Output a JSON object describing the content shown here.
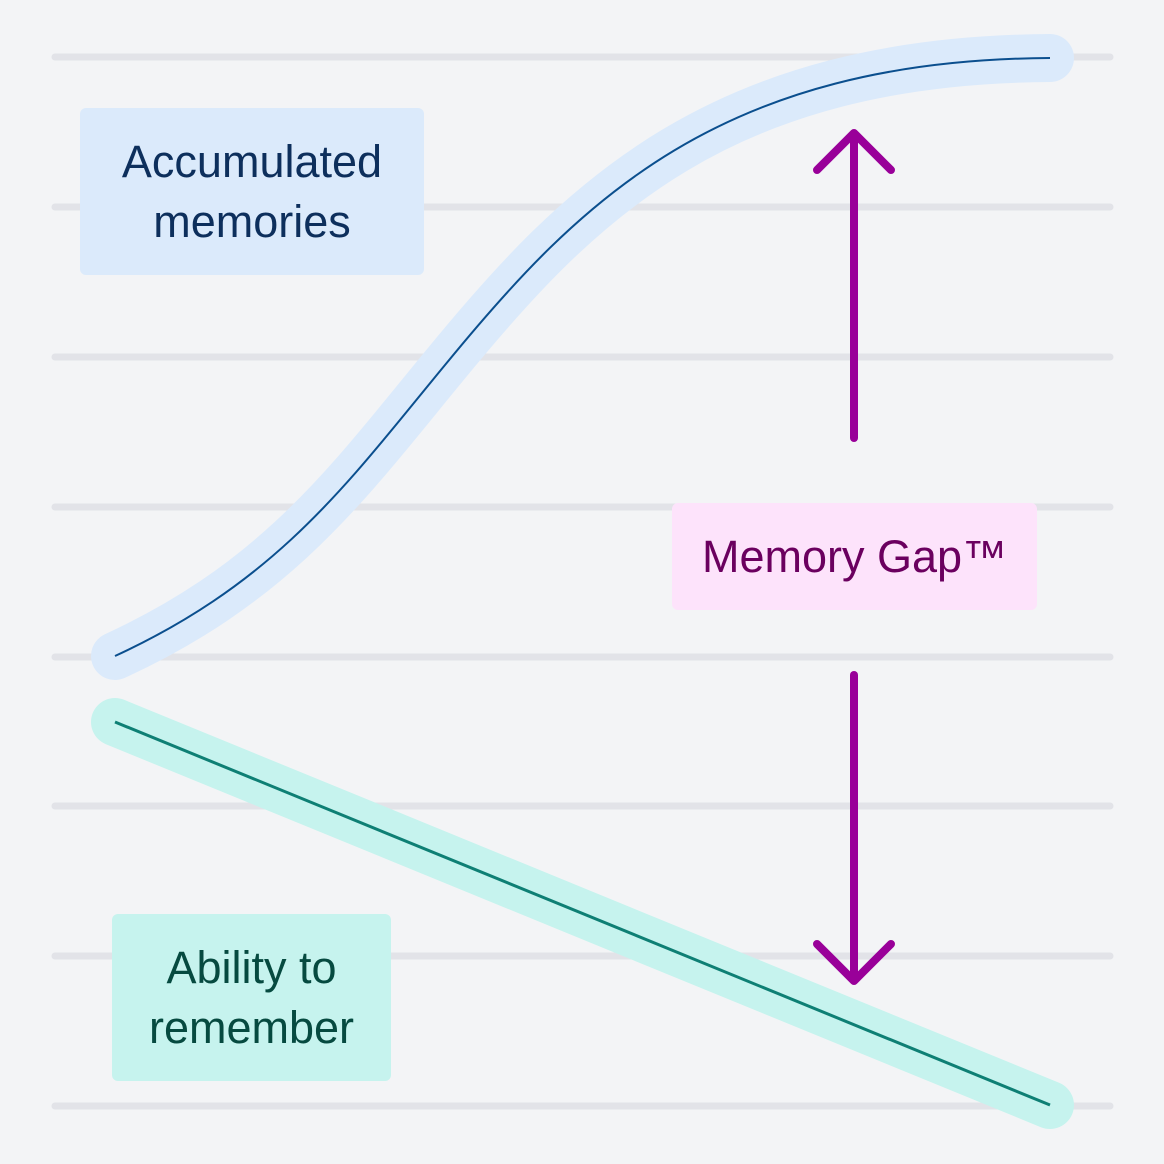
{
  "labels": {
    "accumulated_line1": "Accumulated",
    "accumulated_line2": "memories",
    "memory_gap": "Memory Gap™",
    "ability_line1": "Ability to",
    "ability_line2": "remember"
  },
  "colors": {
    "background": "#f3f4f6",
    "gridline": "#e2e3e8",
    "accumulated_halo": "#dbeafb",
    "accumulated_line": "#0b4f8e",
    "ability_halo": "#c6f3ee",
    "ability_line": "#0e7f74",
    "arrow": "#990099"
  }
}
